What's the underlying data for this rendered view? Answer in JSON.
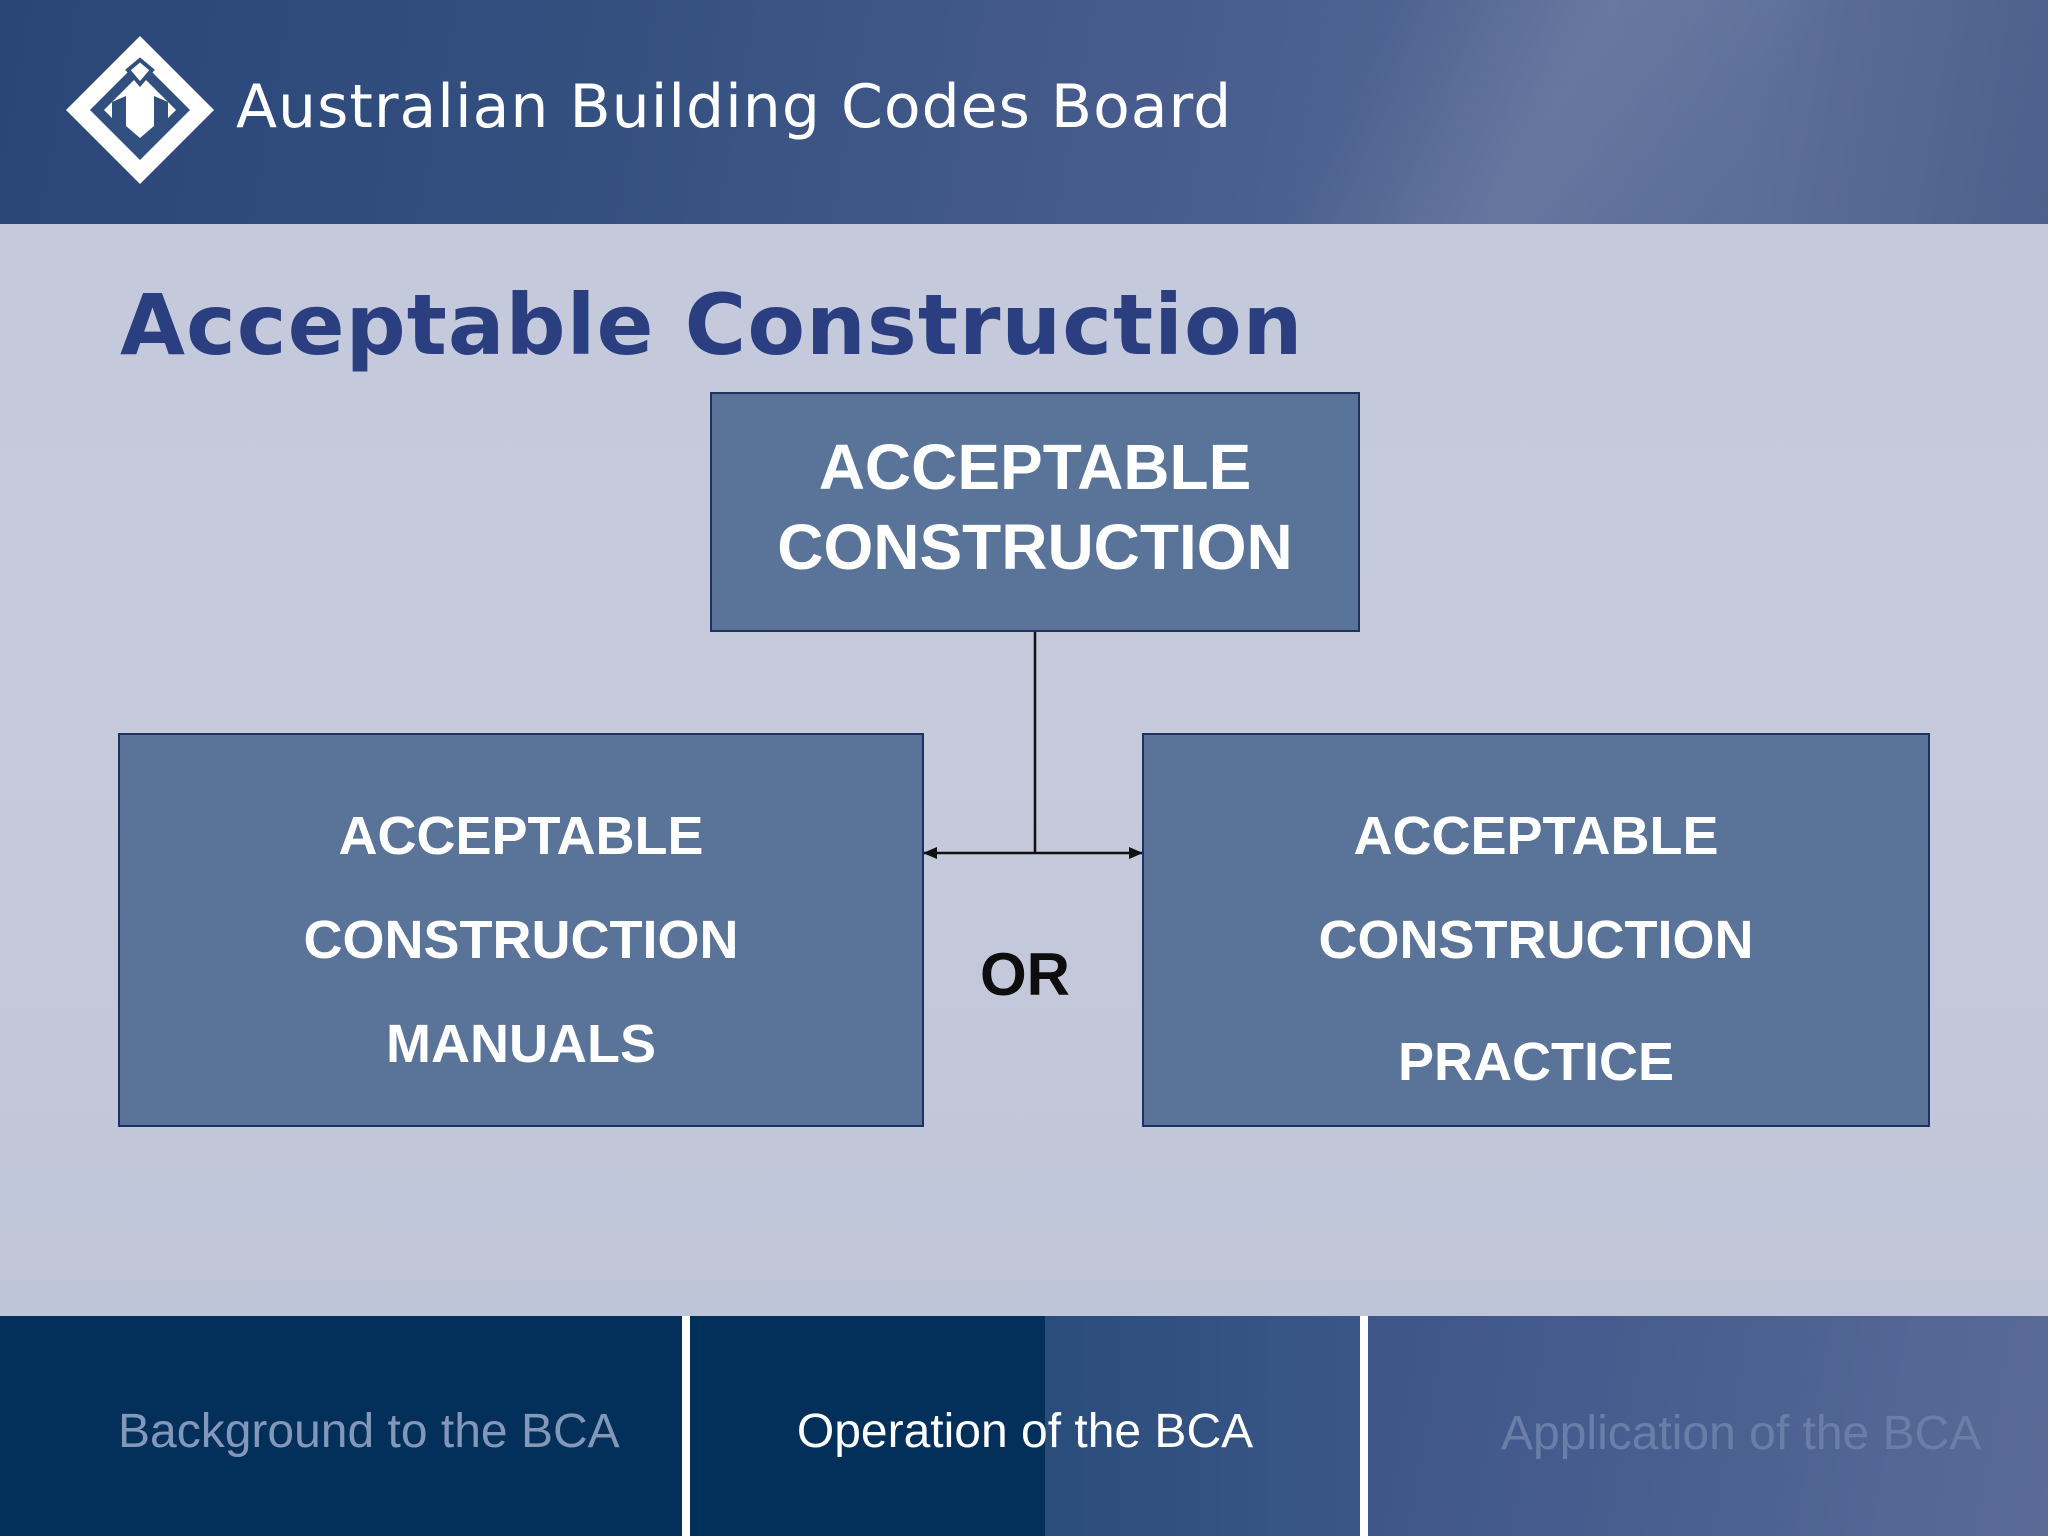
{
  "header": {
    "org_name": "Australian Building Codes Board",
    "logo_icon": "abcb-diamond-logo-icon"
  },
  "page": {
    "title": "Acceptable Construction"
  },
  "diagram": {
    "top_box": {
      "line1": "ACCEPTABLE",
      "line2": "CONSTRUCTION"
    },
    "left_box": {
      "line1": "ACCEPTABLE",
      "line2": "CONSTRUCTION",
      "line3": "MANUALS"
    },
    "right_box": {
      "line1": "ACCEPTABLE",
      "line2": "CONSTRUCTION",
      "line3": "PRACTICE"
    },
    "connector_label": "OR"
  },
  "footer": {
    "tabs": [
      {
        "label": "Background to the BCA",
        "active": false
      },
      {
        "label": "Operation of the BCA",
        "active": true
      },
      {
        "label": "Application of the BCA",
        "active": false
      }
    ]
  },
  "colors": {
    "header_bg": "#34507f",
    "panel_bg": "#c4c9db",
    "title": "#2b3f80",
    "box_fill": "#5a7399",
    "box_border": "#1f3160",
    "footer_bg": "#03305a"
  }
}
